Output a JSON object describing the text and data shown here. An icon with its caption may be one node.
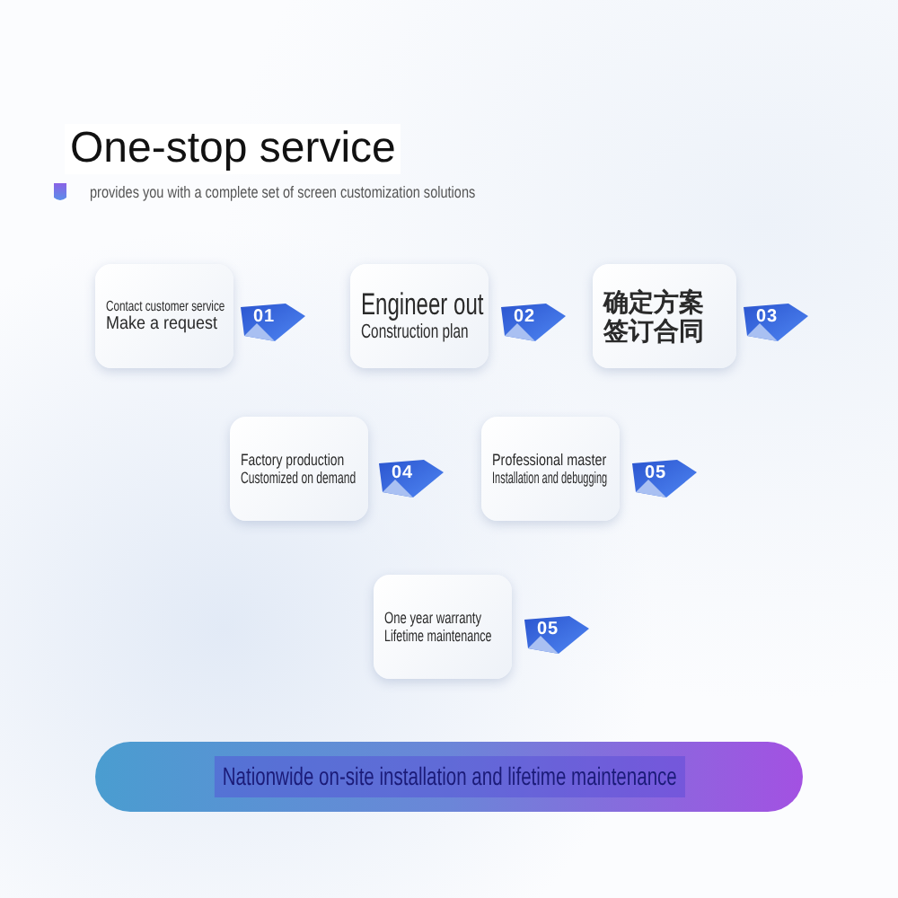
{
  "diagram": {
    "title": "One-stop service",
    "nodes": [
      {
        "text": [
          "Contact customer service",
          "Make a request"
        ]
      },
      {
        "text": [
          "01"
        ]
      },
      {
        "text": [
          "Engineer out",
          "Construction plan"
        ]
      },
      {
        "text": [
          "02"
        ]
      },
      {
        "text": [
          "确定方案",
          "签订合同"
        ]
      },
      {
        "text": [
          "03"
        ]
      },
      {
        "text": [
          "Factory production",
          "Customized on demand"
        ]
      },
      {
        "text": [
          "04"
        ]
      },
      {
        "text": [
          "Professional master",
          "Installation and debugging"
        ]
      },
      {
        "text": [
          "05"
        ]
      },
      {
        "text": [
          "One year warranty",
          "Lifetime maintenance"
        ]
      },
      {
        "text": [
          "05"
        ]
      },
      {
        "text": [
          "Nationwide on-site installation and lifetime maintenance"
        ]
      }
    ],
    "labels": [
      "provides you with a complete set of screen customization solutions"
    ]
  }
}
